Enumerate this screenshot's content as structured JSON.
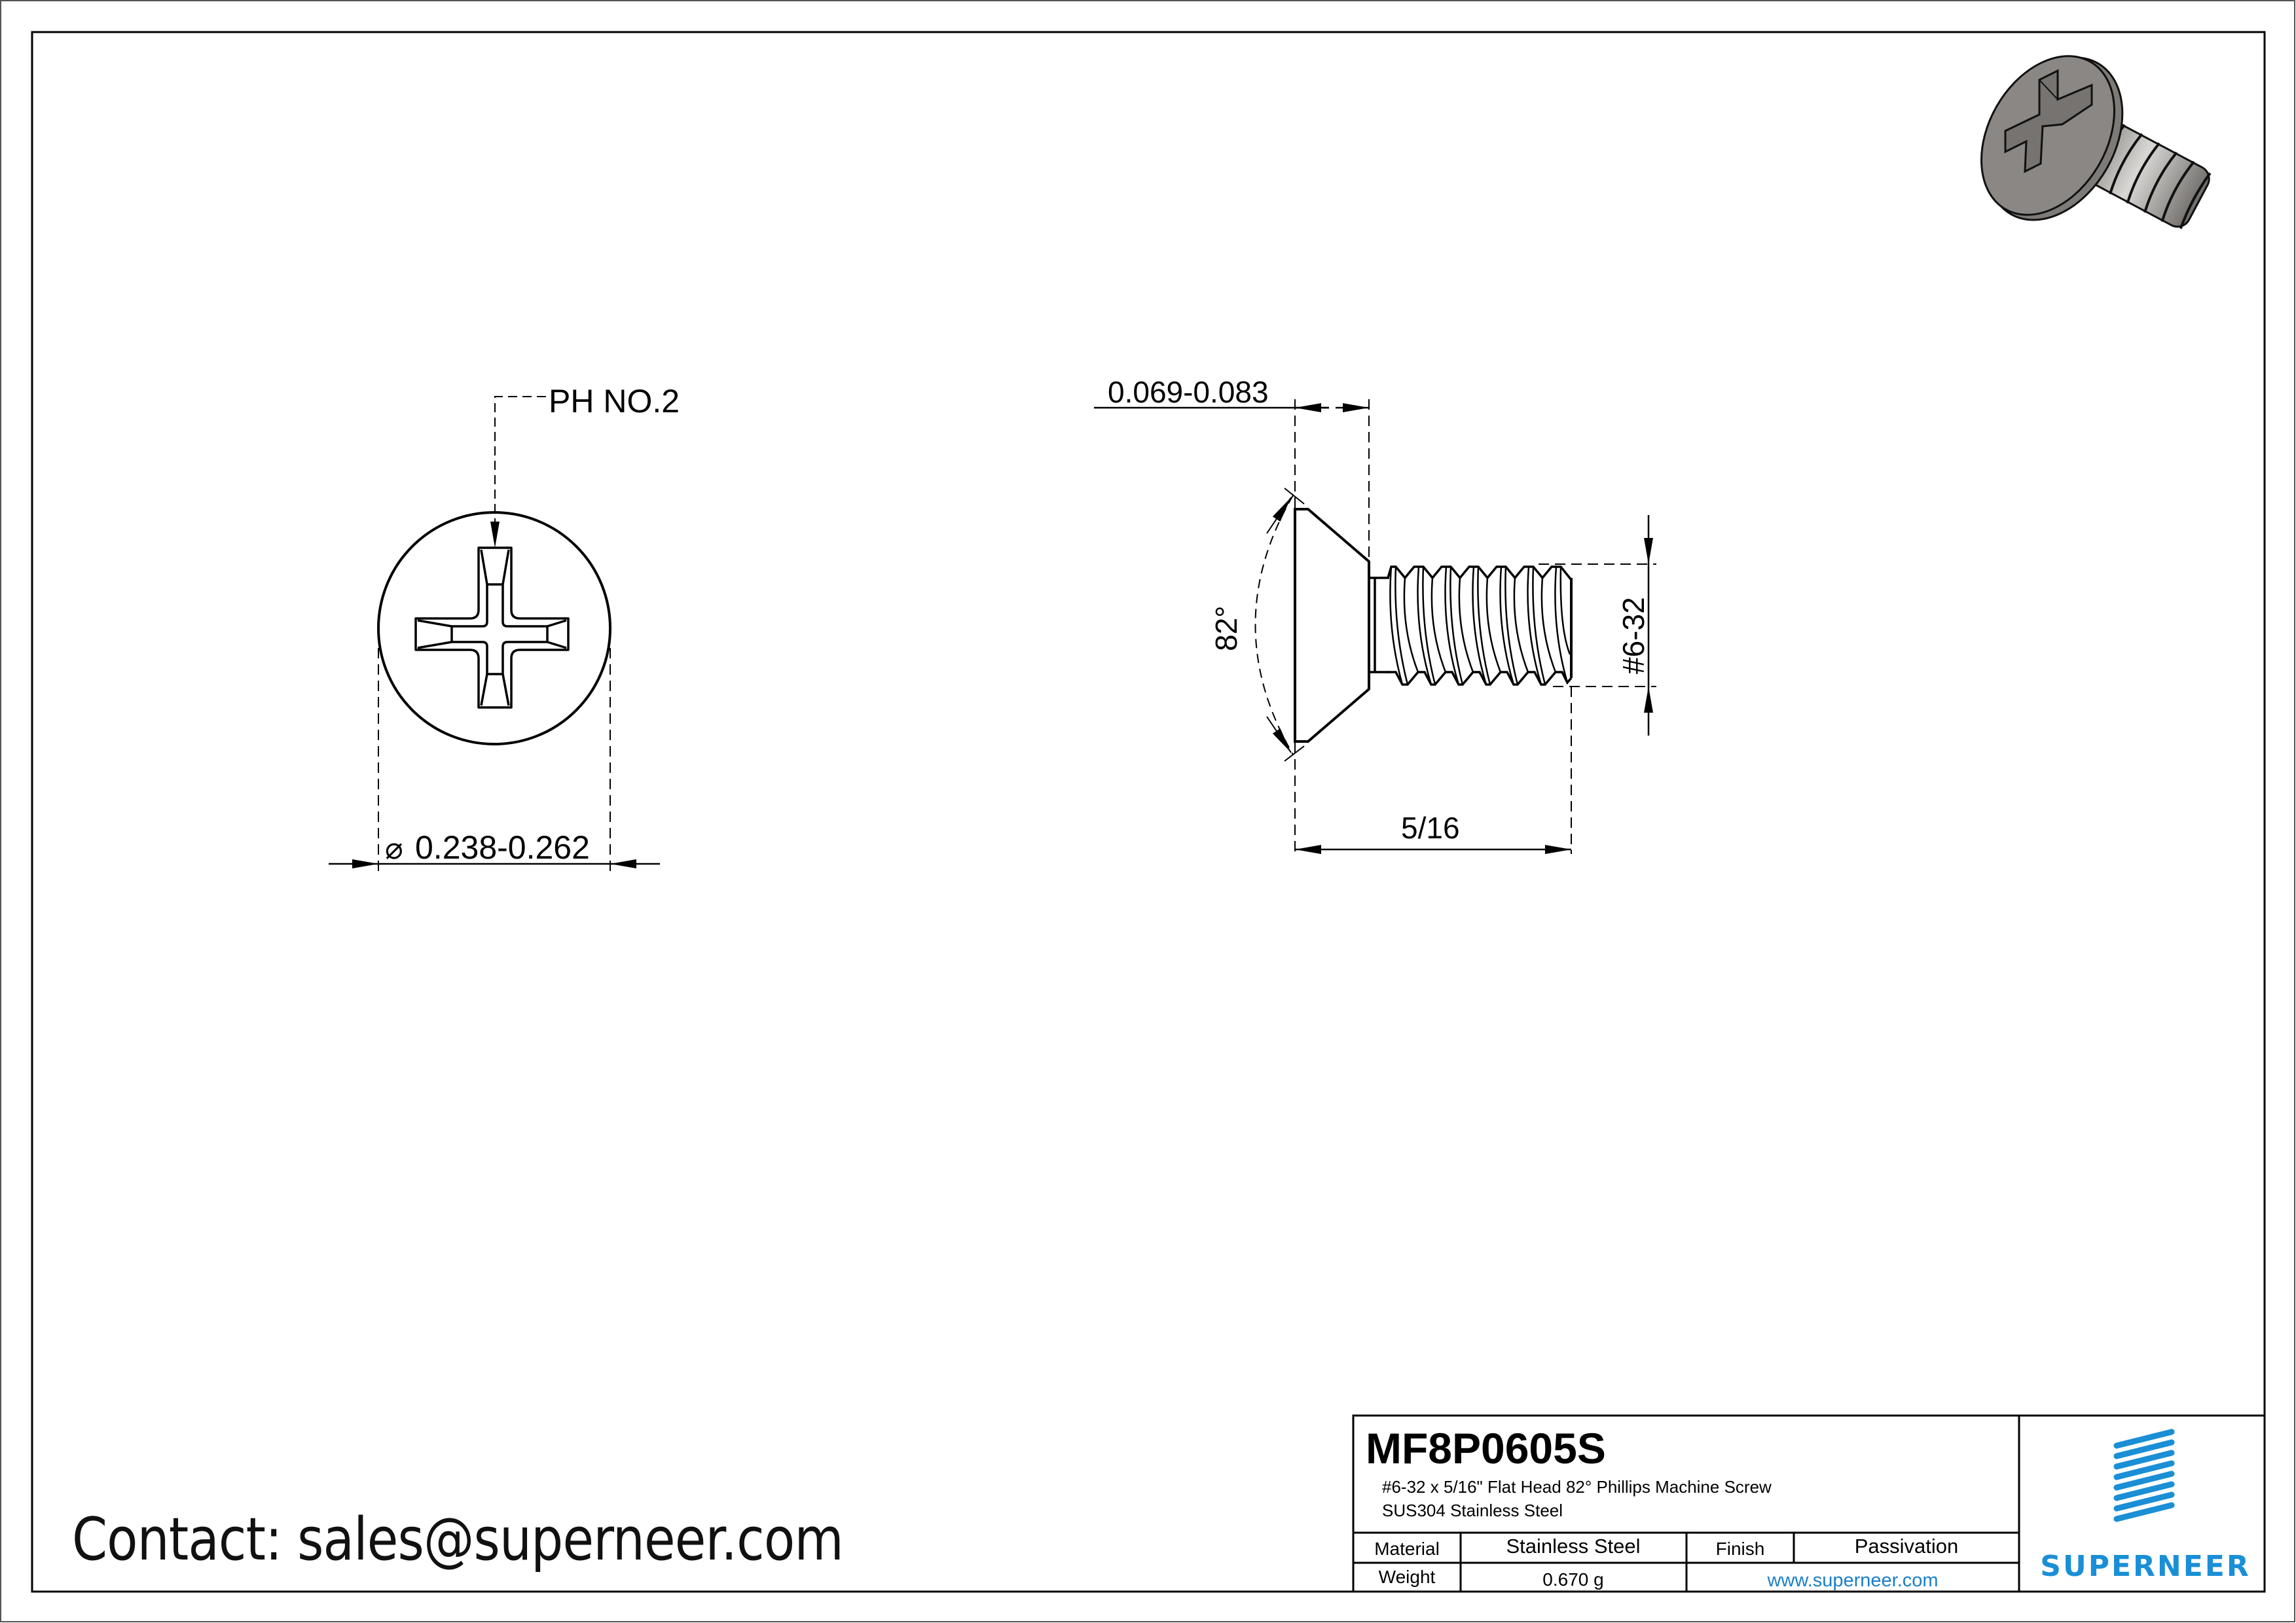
{
  "drawing": {
    "front_view": {
      "callout": "PH NO.2",
      "diameter_symbol": "⌀",
      "diameter_dim": "0.238-0.262"
    },
    "side_view": {
      "head_height_dim": "0.069-0.083",
      "angle_dim": "82°",
      "thread_dim": "#6-32",
      "length_dim": "5/16"
    },
    "iso_view": {
      "label": "screw-isometric-render"
    }
  },
  "contact": {
    "text": "Contact: sales@superneer.com"
  },
  "title_block": {
    "part_number": "MF8P0605S",
    "description_line1": "#6-32 x 5/16\" Flat Head 82° Phillips Machine Screw",
    "description_line2": "SUS304 Stainless Steel",
    "material_label": "Material",
    "material_value": "Stainless Steel",
    "finish_label": "Finish",
    "finish_value": "Passivation",
    "weight_label": "Weight",
    "weight_value": "0.670 g",
    "website": "www.superneer.com",
    "brand": "SUPERNEER"
  },
  "colors": {
    "line": "#000000",
    "brand_blue": "#1a8fd6",
    "render_gray": "#8a8784"
  }
}
